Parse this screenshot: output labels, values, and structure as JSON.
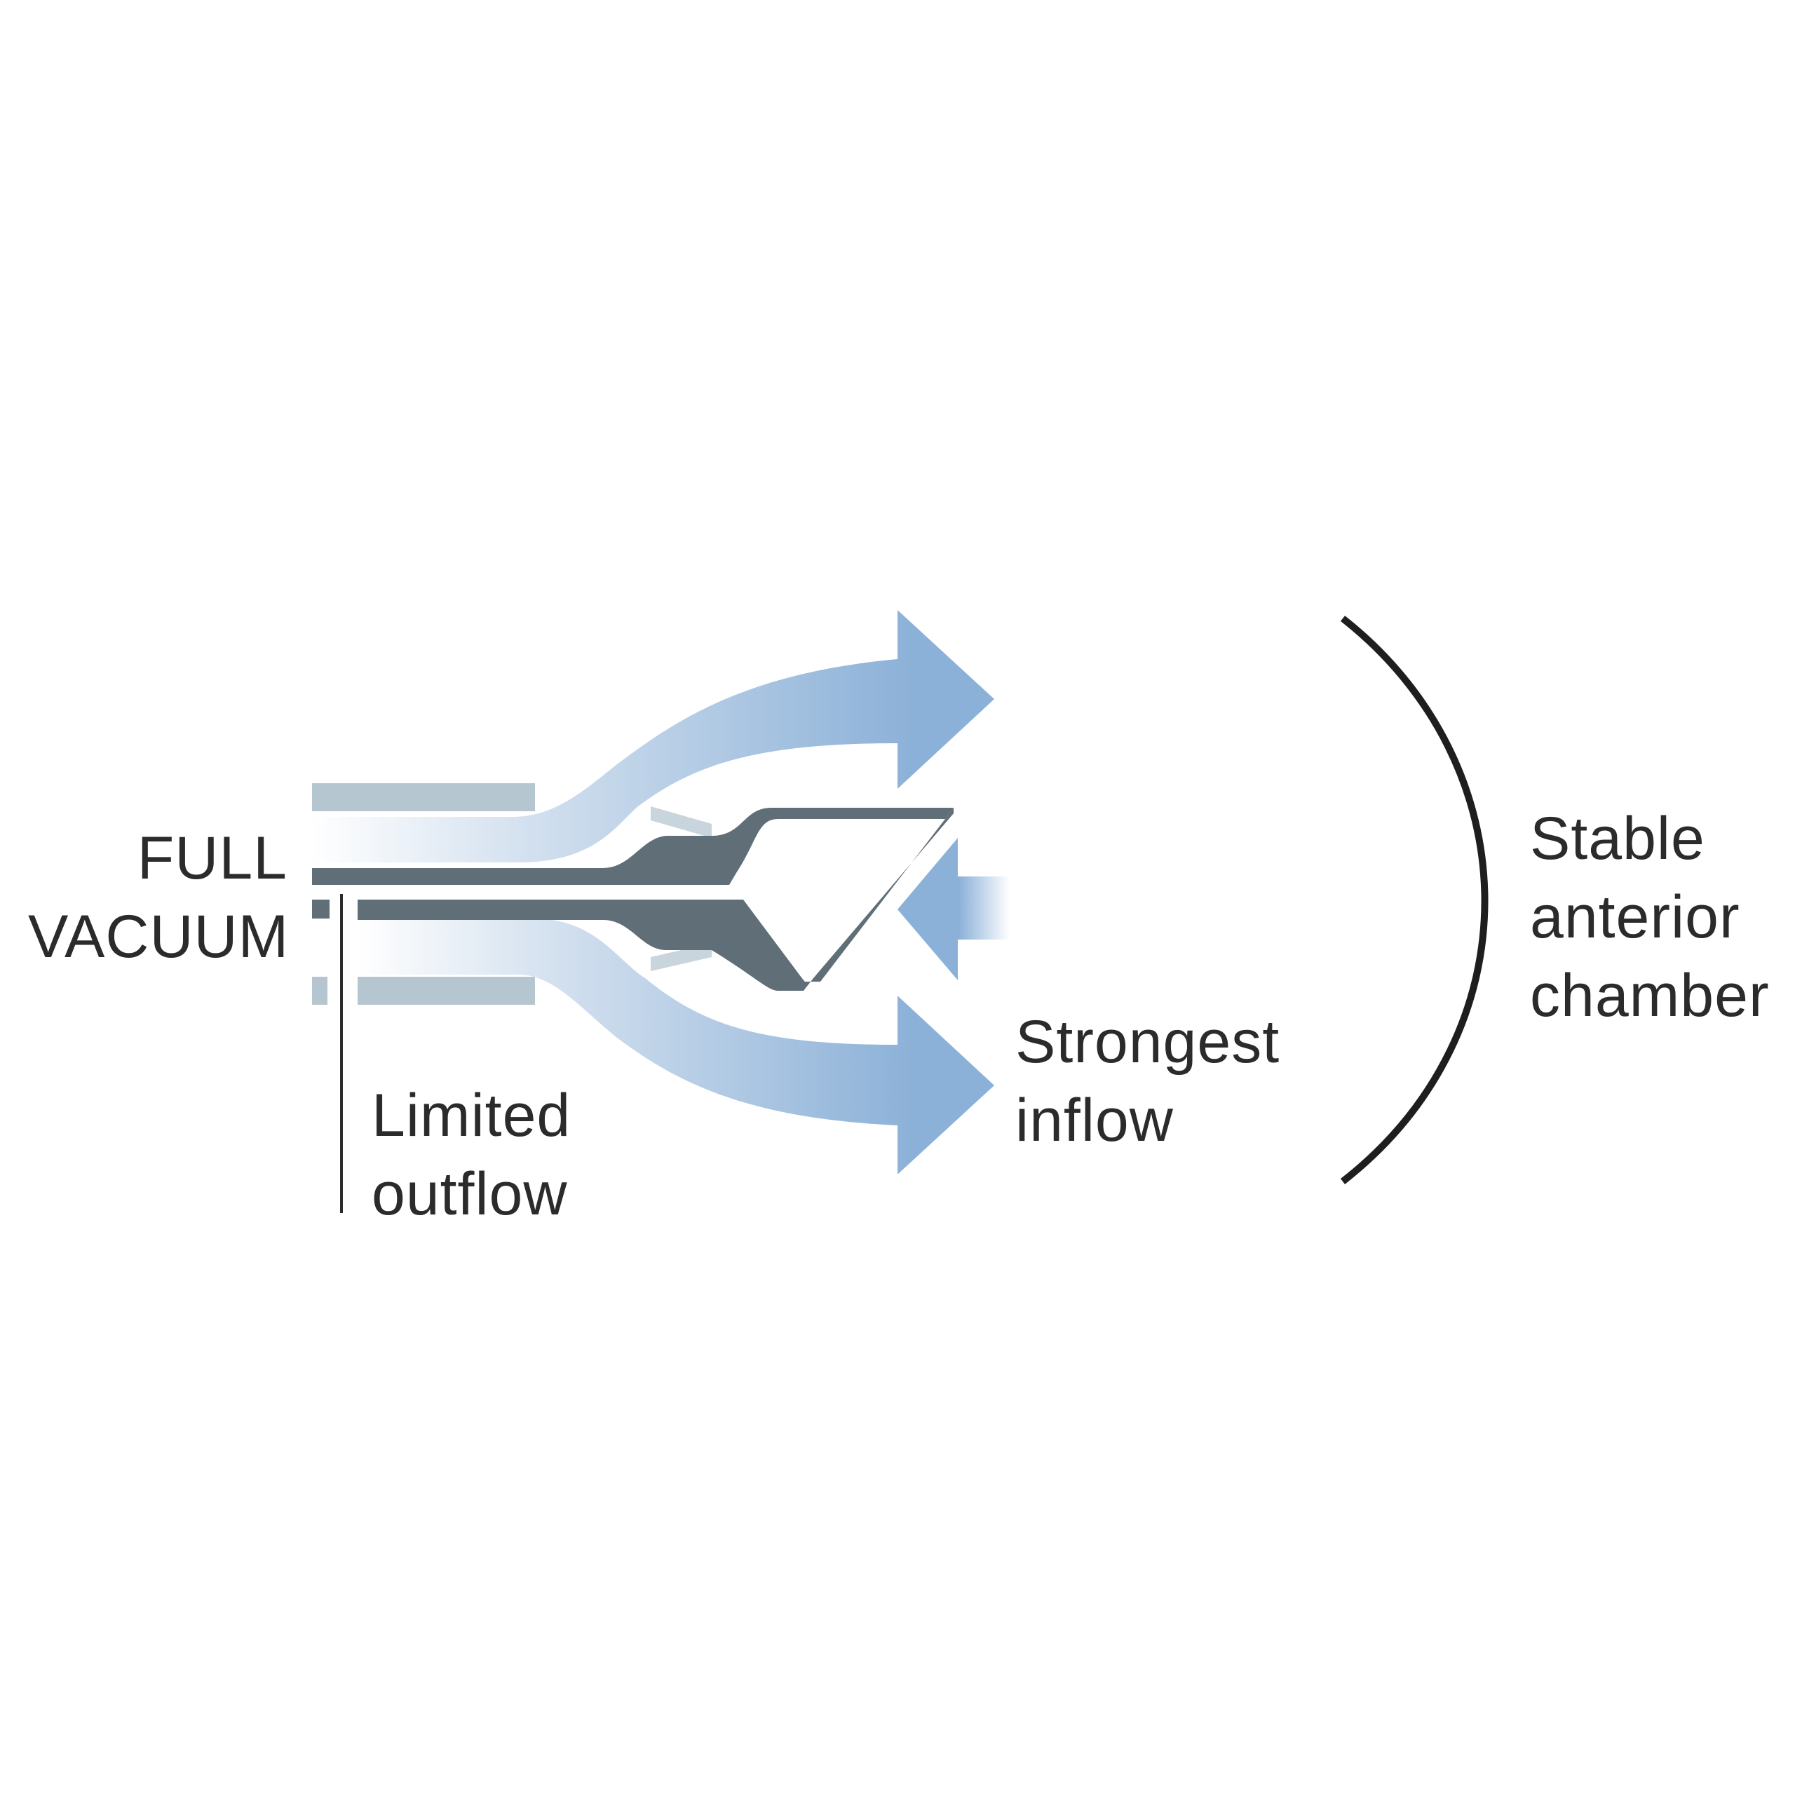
{
  "labels": {
    "full_vacuum": {
      "line1": "FULL",
      "line2": "VACUUM"
    },
    "limited_outflow": {
      "line1": "Limited",
      "line2": "outflow"
    },
    "strongest_inflow": {
      "line1": "Strongest",
      "line2": "inflow"
    },
    "stable_chamber": {
      "line1": "Stable",
      "line2": "anterior",
      "line3": "chamber"
    }
  },
  "colors": {
    "flow_arrow": "#8fb2d8",
    "flow_arrow_light": "#ffffff",
    "sleeve": "#b5c6d0",
    "tip_body": "#5f6e77",
    "chamber_arc": "#1e1e1e",
    "label_text": "#2b2b2b"
  }
}
